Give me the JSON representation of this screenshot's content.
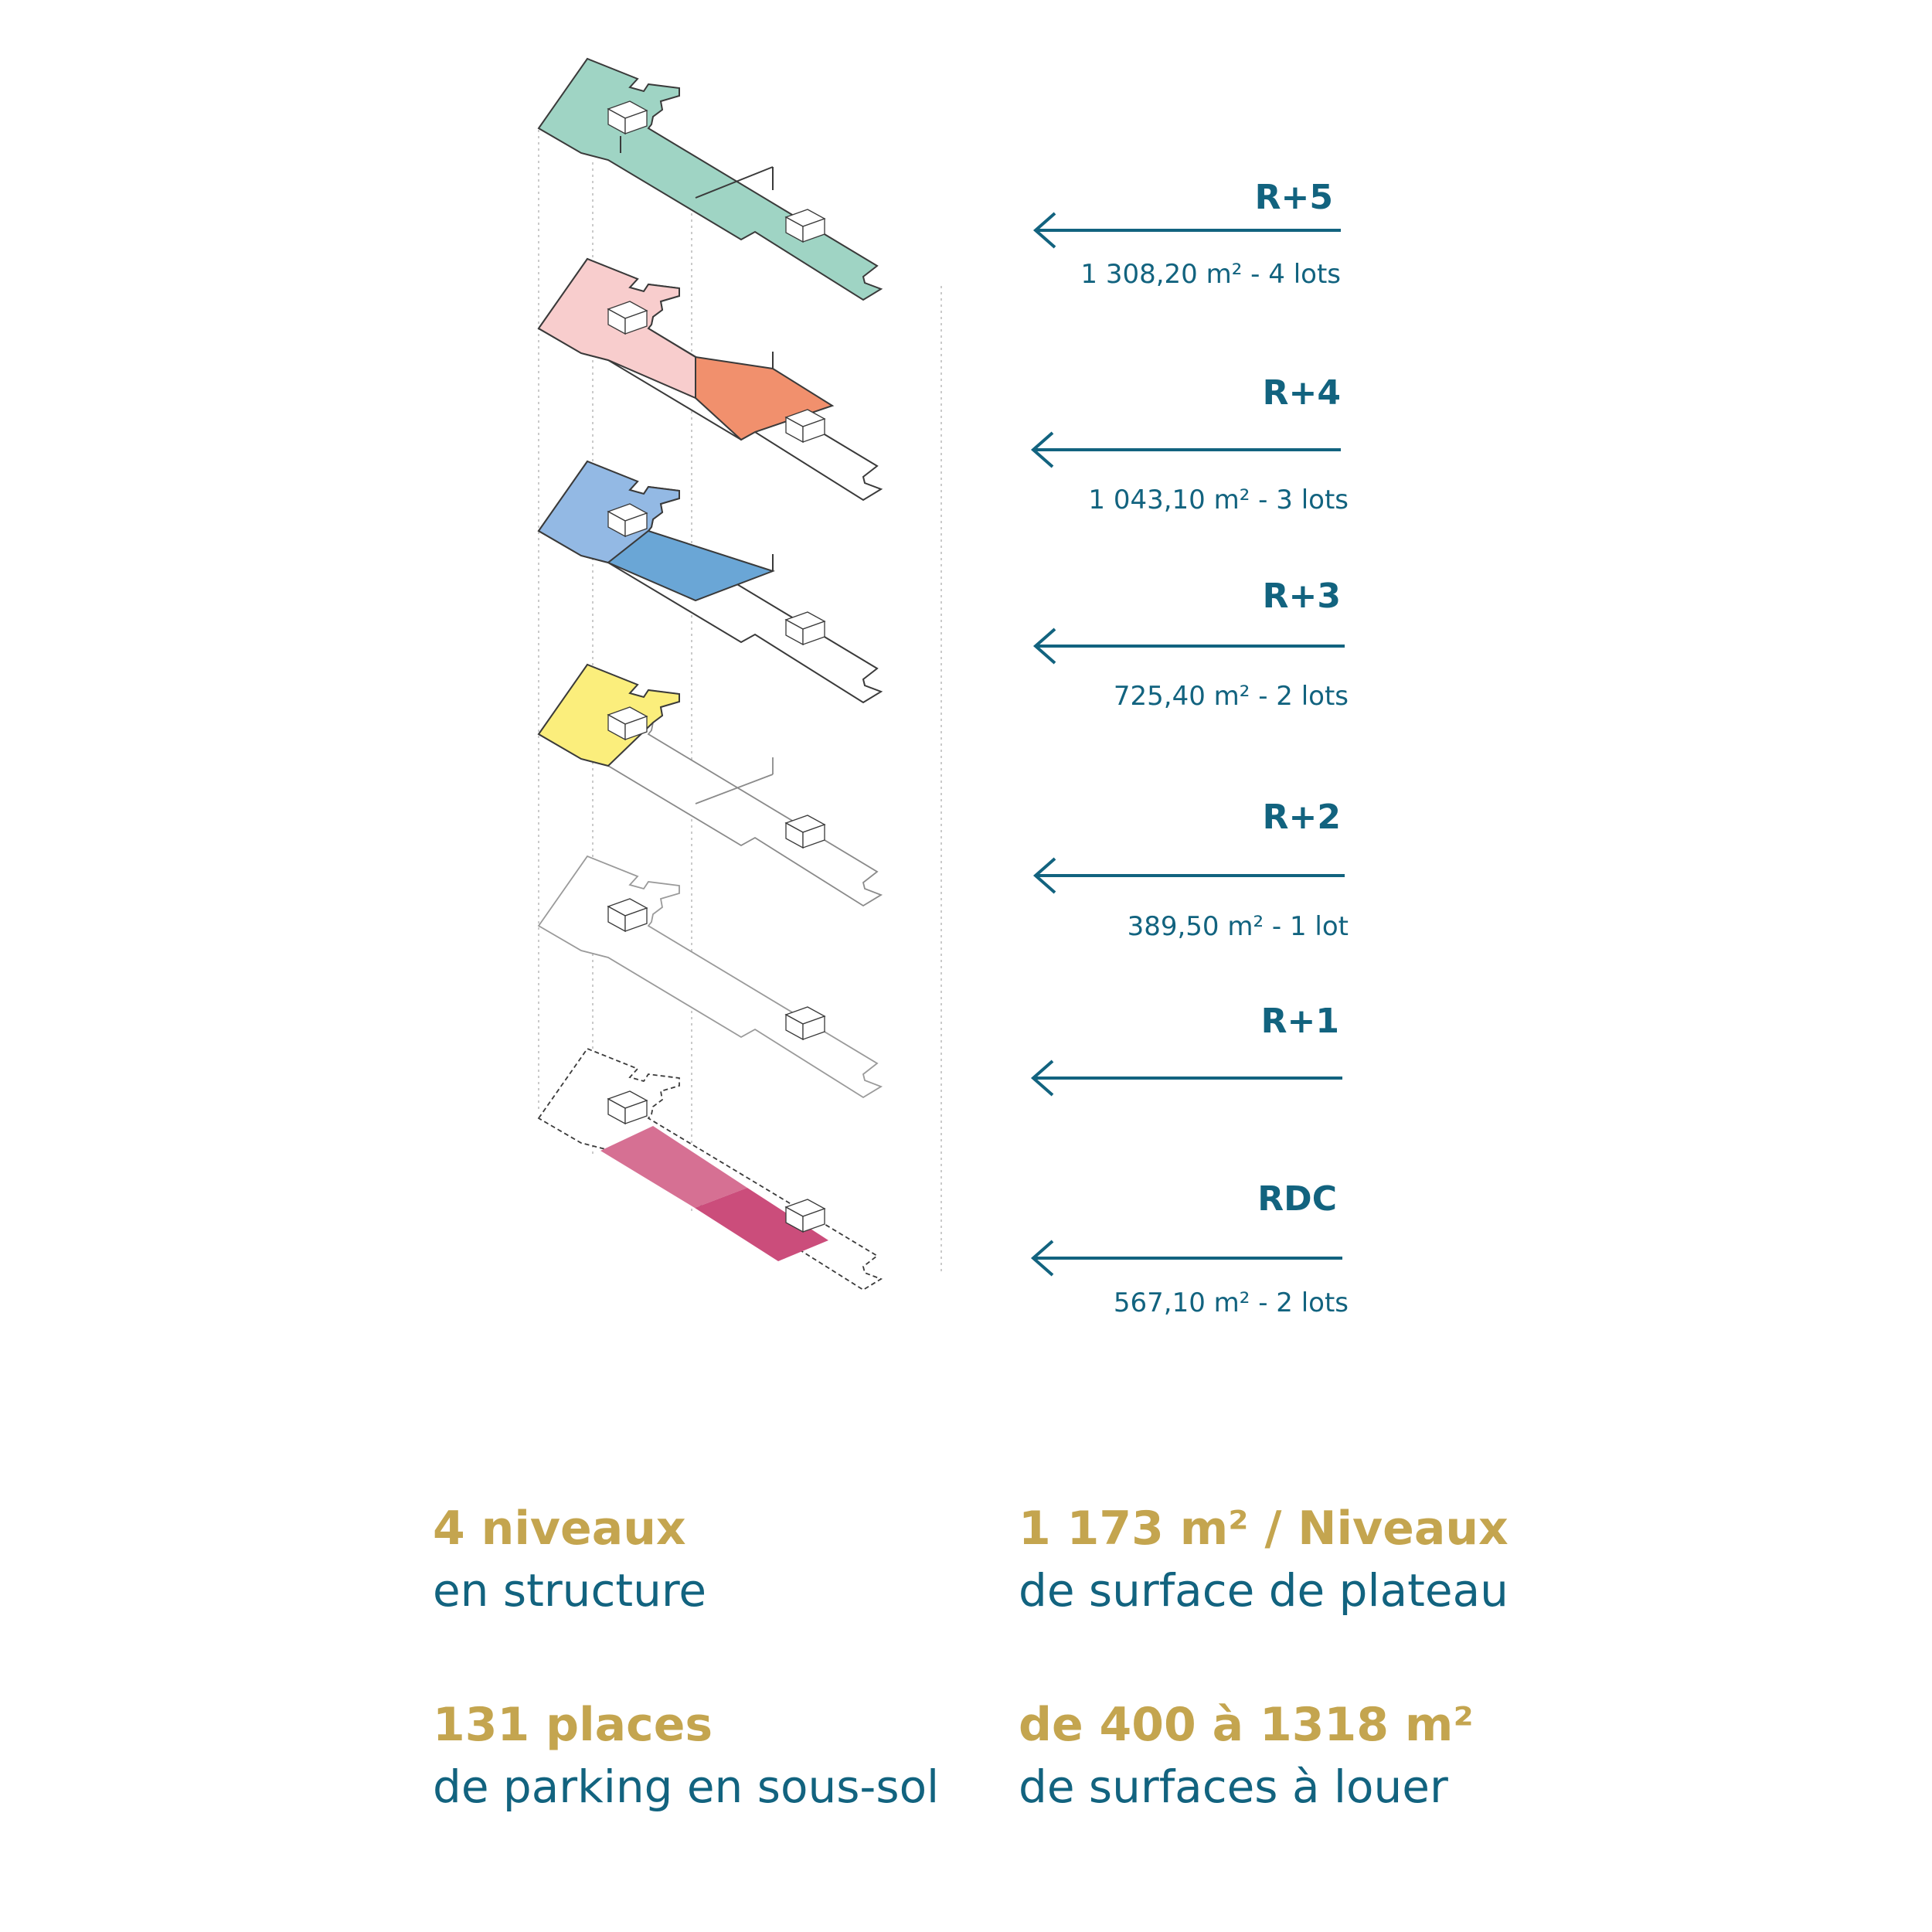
{
  "colors": {
    "accent_blue": "#12637f",
    "accent_gold": "#c4a54f",
    "r5_green": "#9fd4c4",
    "r4_pink": "#f8cdcd",
    "r4_orange": "#f1906d",
    "r3_blue_light": "#93b9e4",
    "r3_blue": "#6aa6d6",
    "r2_yellow": "#fbee7c",
    "rdc_magenta": "#d67093",
    "rdc_magenta_dark": "#cb4d7b"
  },
  "levels": [
    {
      "label": "R+5",
      "info": "1 308,20 m² - 4 lots"
    },
    {
      "label": "R+4",
      "info": "1 043,10 m² - 3 lots"
    },
    {
      "label": "R+3",
      "info": "725,40 m² - 2 lots"
    },
    {
      "label": "R+2",
      "info": "389,50 m² - 1 lot"
    },
    {
      "label": "R+1",
      "info": ""
    },
    {
      "label": "RDC",
      "info": "567,10 m² - 2 lots"
    }
  ],
  "stats": [
    {
      "big": "4 niveaux",
      "small": "en structure"
    },
    {
      "big": "1 173 m²  / Niveaux",
      "small": "de surface de plateau"
    },
    {
      "big": "131 places",
      "small": "de parking  en sous-sol"
    },
    {
      "big": "de 400 à 1318 m²",
      "small": "de surfaces à louer"
    }
  ]
}
